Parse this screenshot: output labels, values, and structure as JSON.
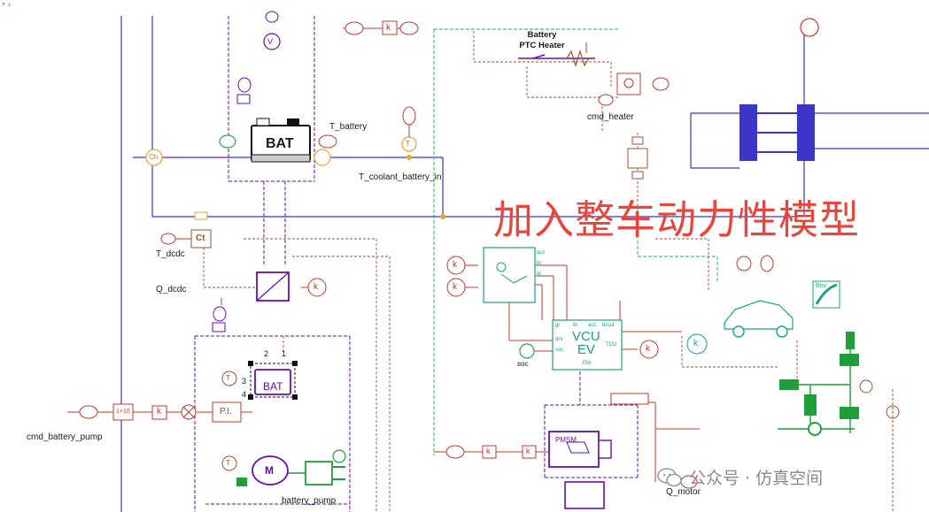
{
  "overlay_title": "加入整车动力性模型",
  "watermark": {
    "text": "公众号 · 仿真空间"
  },
  "labels": {
    "battery_ptc_heater_line1": "Battery",
    "battery_ptc_heater_line2": "PTC Heater",
    "cmd_heater": "cmd_heater",
    "t_battery": "T_battery",
    "t_coolant_battery_in": "T_coolant_battery_in",
    "t_dcdc": "T_dcdc",
    "q_dcdc": "Q_dcdc",
    "cmd_battery_pump": "cmd_battery_pump",
    "battery_pump": "battery_pump",
    "soc": "soc",
    "q_motor": "Q_motor"
  },
  "blocks": {
    "bat": "BAT",
    "bat2": "BAT",
    "vcu_line1": "VCU",
    "vcu_line2": "EV",
    "vcu_em": "EM",
    "vcu_ports": [
      "gl",
      "br",
      "acc",
      "brout",
      "drv",
      "soc",
      "TCU"
    ],
    "driver_ports": [
      "acc",
      "br",
      "gl"
    ],
    "pi": "P.I.",
    "gain": "k",
    "ct": "Ct",
    "ch": "Ch",
    "pmsm": "PMSM",
    "motor": "M",
    "voltmeter": "V",
    "temp": "T",
    "env": "Env",
    "bat2_ports": [
      "2",
      "1",
      "3",
      "4"
    ],
    "lookup": "1+10"
  },
  "colors": {
    "electric": "#6a0dad",
    "thermal": "#c0392b",
    "signal": "#c0392b",
    "control": "#1aa37a",
    "mechanical": "#1f9e3a",
    "coolant_blue": "#3b35c9",
    "junction": "#e8a23a"
  }
}
